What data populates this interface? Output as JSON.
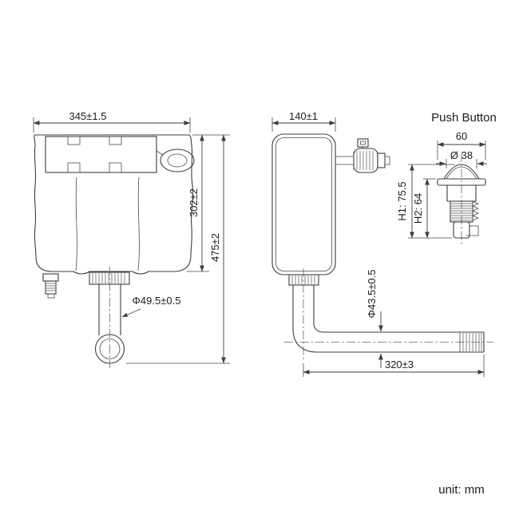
{
  "drawing": {
    "unit_label": "unit: mm",
    "front_view": {
      "width": "345±1.5",
      "tank_height": "302±2",
      "total_height": "475±2",
      "outlet_diameter": "Φ49.5±0.5"
    },
    "side_view": {
      "depth": "140±1",
      "pipe_diameter": "Φ43.5±0.5",
      "pipe_length": "320±3"
    },
    "push_button": {
      "title": "Push Button",
      "width": "60",
      "diameter": "Ø 38",
      "height1": "H1: 75.5",
      "height2": "H2: 64"
    }
  }
}
